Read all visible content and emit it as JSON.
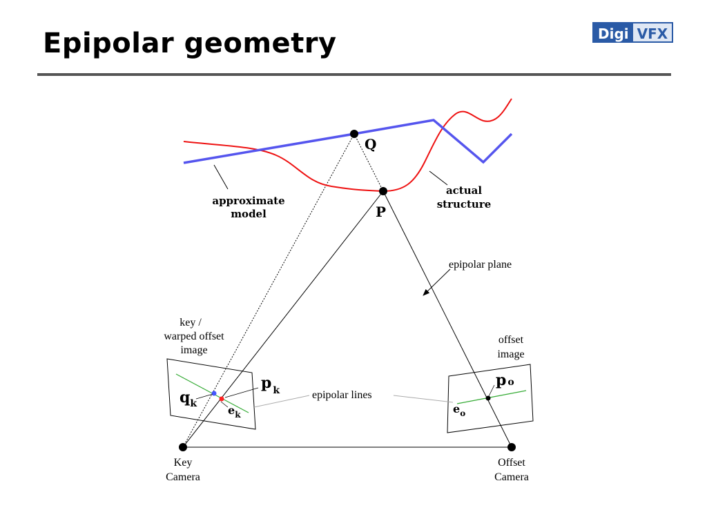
{
  "slide": {
    "title": "Epipolar geometry",
    "logo": {
      "part1": "Digi",
      "part2": "VFX"
    }
  },
  "diagram": {
    "points": {
      "Q": "Q",
      "P": "P"
    },
    "labels": {
      "approximate_model_line1": "approximate",
      "approximate_model_line2": "model",
      "actual_structure_line1": "actual",
      "actual_structure_line2": "structure",
      "epipolar_plane": "epipolar plane",
      "epipolar_lines": "epipolar lines",
      "key_image_line1": "key /",
      "key_image_line2": "warped offset",
      "key_image_line3": "image",
      "offset_image_line1": "offset",
      "offset_image_line2": "image",
      "key_camera_line1": "Key",
      "key_camera_line2": "Camera",
      "offset_camera_line1": "Offset",
      "offset_camera_line2": "Camera",
      "qk_main": "q",
      "qk_sub": "k",
      "pk_main": "p",
      "pk_sub": "k",
      "ek_main": "e",
      "ek_sub": "k",
      "po_main": "p",
      "po_sub": "o",
      "eo_main": "e",
      "eo_sub": "o"
    },
    "colors": {
      "approximate_model": "#5555ee",
      "actual_structure": "#ee1111",
      "epipolar_line": "#33aa33",
      "point_q_projection": "#4455ff",
      "point_p_projection": "#ff2222"
    }
  }
}
